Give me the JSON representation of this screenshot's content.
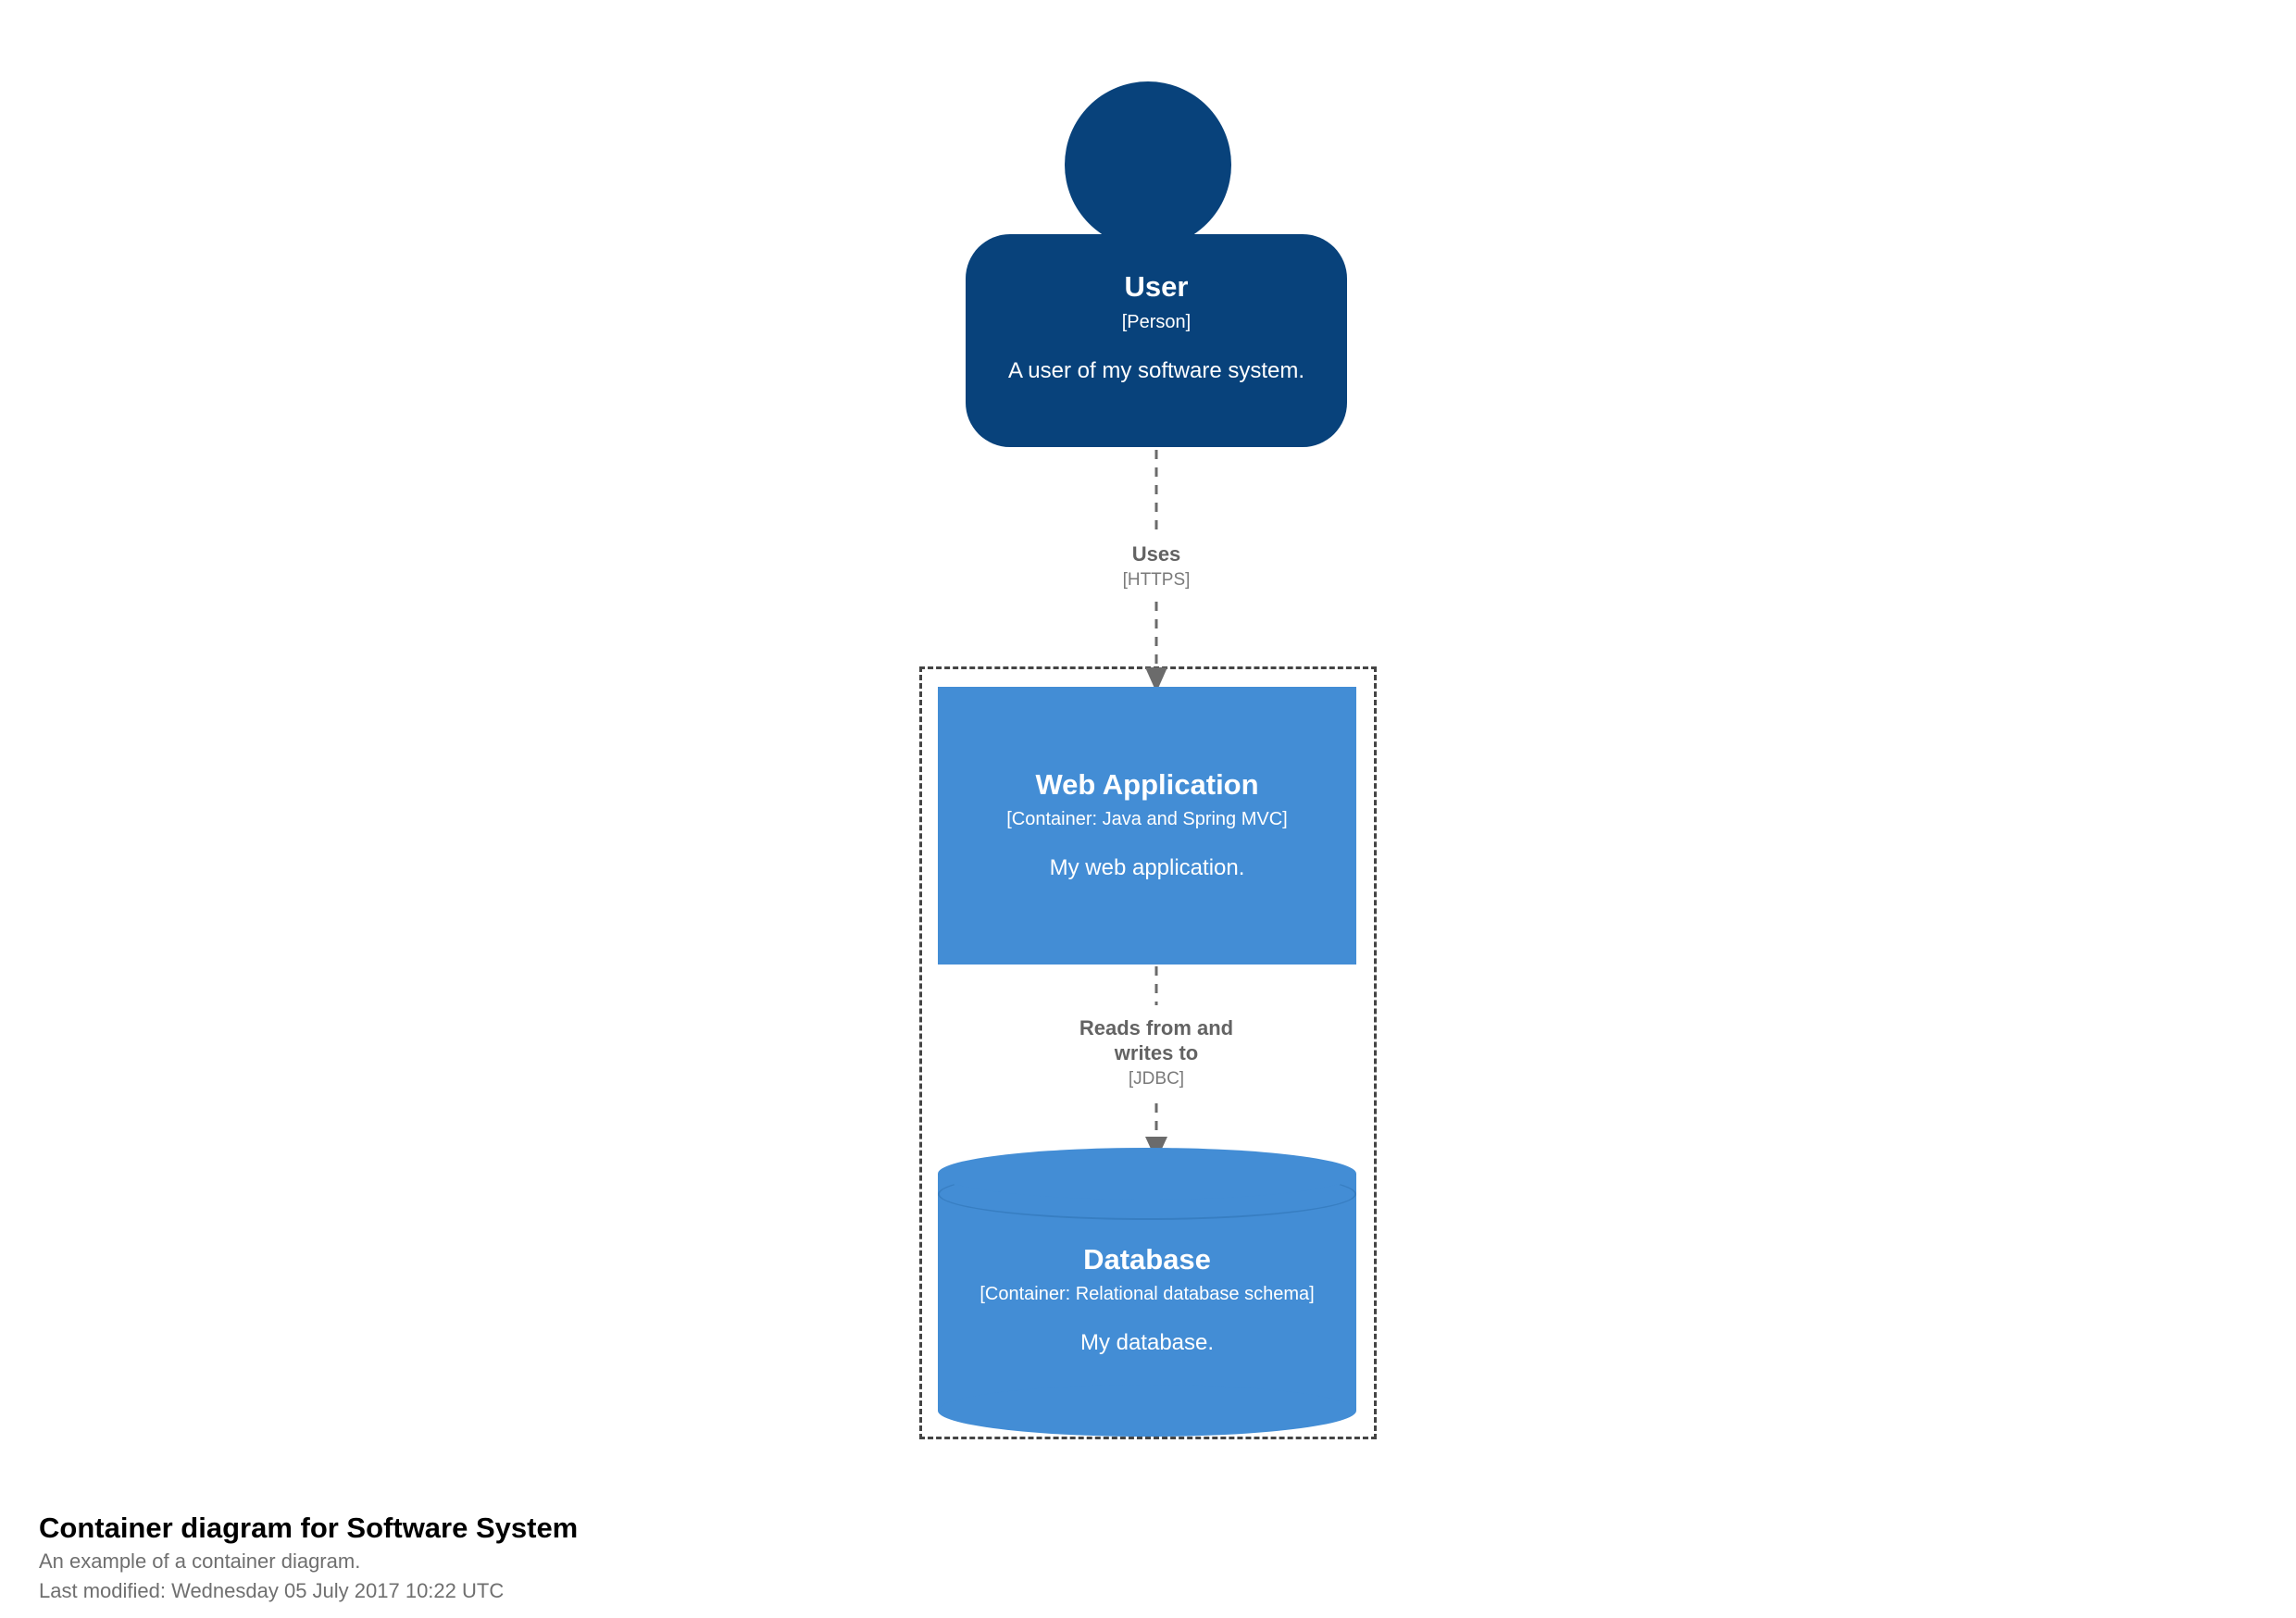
{
  "diagram": {
    "colors": {
      "person": "#08427B",
      "container": "#438DD5",
      "boundary_stroke": "#444444",
      "relationship": "#707070",
      "background": "#FFFFFF"
    },
    "elements": [
      {
        "id": "user",
        "shape": "person",
        "name": "User",
        "technology": "[Person]",
        "description": "A user of my software system."
      },
      {
        "id": "web-application",
        "shape": "box",
        "name": "Web Application",
        "technology": "[Container: Java and Spring MVC]",
        "description": "My web application."
      },
      {
        "id": "database",
        "shape": "cylinder",
        "name": "Database",
        "technology": "[Container: Relational database schema]",
        "description": "My database."
      }
    ],
    "relationships": [
      {
        "id": "rel-user-webapp",
        "source": "user",
        "destination": "web-application",
        "description": "Uses",
        "technology": "[HTTPS]"
      },
      {
        "id": "rel-webapp-database",
        "source": "web-application",
        "destination": "database",
        "description_line1": "Reads from and",
        "description_line2": "writes to",
        "technology": "[JDBC]"
      }
    ],
    "boundary": {
      "style": "dashed"
    },
    "caption": {
      "title": "Container diagram for Software System",
      "subtitle": "An example of a container diagram.",
      "last_modified": "Last modified: Wednesday 05 July 2017 10:22 UTC"
    }
  }
}
